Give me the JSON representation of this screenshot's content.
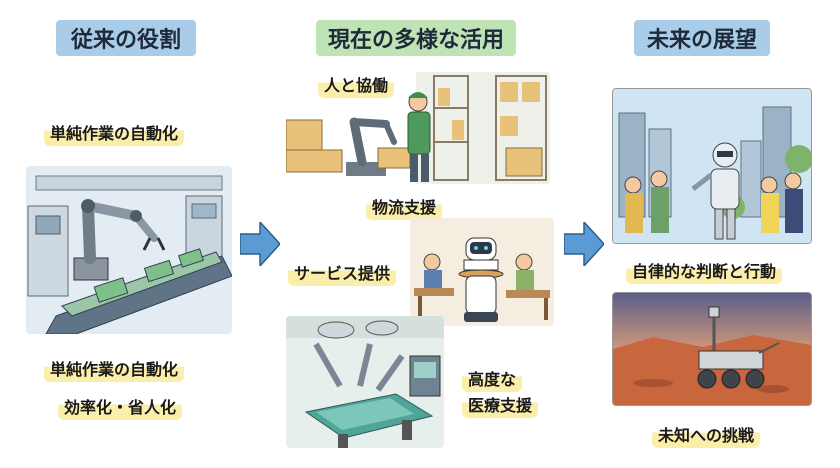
{
  "columns": {
    "past": {
      "header": "従来の役割",
      "caption_top": "単純作業の自動化",
      "caption_bottom_1": "単純作業の自動化",
      "caption_bottom_2": "効率化・省人化"
    },
    "present": {
      "header": "現在の多様な活用",
      "labels": {
        "collab": "人と協働",
        "logistics": "物流支援",
        "service": "サービス提供",
        "medical_1": "高度な",
        "medical_2": "医療支援"
      }
    },
    "future": {
      "header": "未来の展望",
      "caption_1": "自律的な判断と行動",
      "caption_2": "未知への挑戦"
    }
  },
  "colors": {
    "header_blue": "#a9cce9",
    "header_green": "#bfe3b4",
    "arrow_blue": "#5b9bd5",
    "highlight_yellow": "#fbeeab"
  }
}
